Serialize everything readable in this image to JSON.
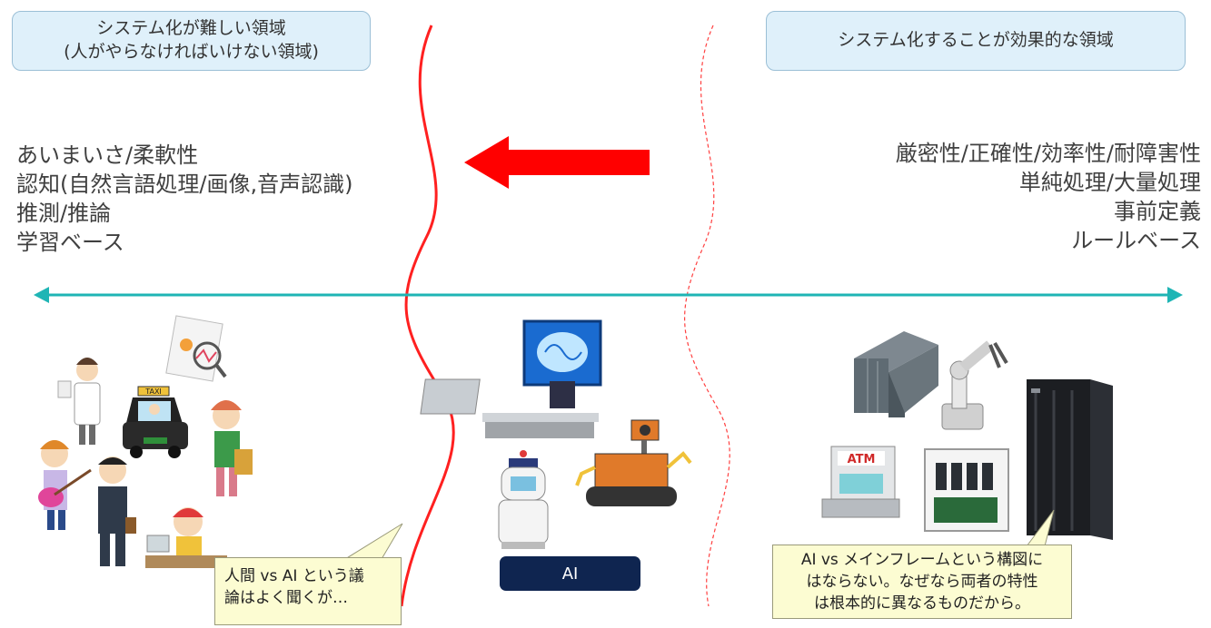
{
  "header": {
    "left_box": {
      "line1": "システム化が難しい領域",
      "line2": "(人がやらなければいけない領域)"
    },
    "right_box": {
      "line1": "システム化することが効果的な領域"
    }
  },
  "left_list": [
    "あいまいさ/柔軟性",
    "認知(自然言語処理/画像,音声認識)",
    "推測/推論",
    "学習ベース"
  ],
  "right_list": [
    "厳密性/正確性/効率性/耐障害性",
    "単純処理/大量処理",
    "事前定義",
    "ルールベース"
  ],
  "callouts": {
    "left": {
      "line1": "人間 vs AI という議",
      "line2": "論はよく聞くが…"
    },
    "right": {
      "line1": "AI vs メインフレームという構図に",
      "line2": "はならない。なぜなら両者の特性",
      "line3": "は根本的に異なるものだから。"
    }
  },
  "ai_label": "AI",
  "illustrations": {
    "atm_text": "ATM",
    "taxi_text": "TAXI"
  },
  "colors": {
    "box_fill": "#dff0fa",
    "arrow_red": "#ff0000",
    "axis_teal": "#1fb5b5",
    "callout_fill": "#fcfcd2",
    "ai_badge": "#0f2550"
  }
}
